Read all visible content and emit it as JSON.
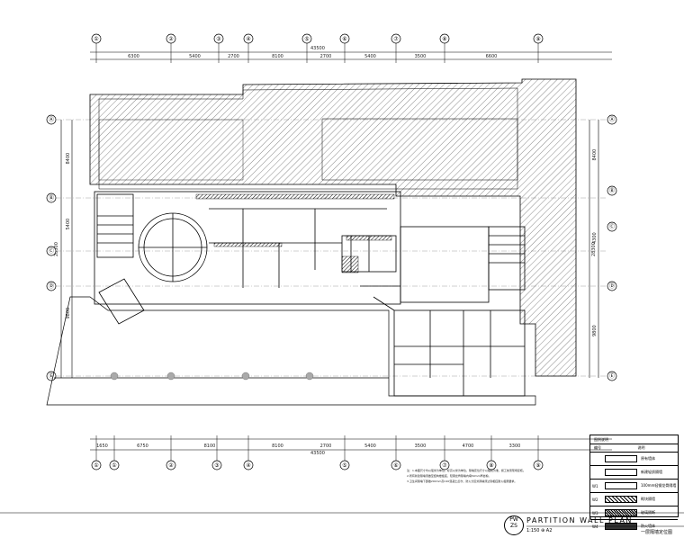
{
  "drawing": {
    "title": "PARTITION WALL PLAN",
    "scale": "1:150",
    "sheet_ref": "A2",
    "badge_top": "PW",
    "badge_bottom": "ZS",
    "sheet_name": "一层隔墙定位图"
  },
  "grid": {
    "top_labels": [
      "①",
      "②",
      "③",
      "④",
      "⑤",
      "⑥",
      "⑦",
      "⑧",
      "⑨"
    ],
    "bottom_labels": [
      "①",
      "①",
      "②",
      "③",
      "④",
      "⑤",
      "⑥",
      "⑦",
      "⑧",
      "⑨"
    ],
    "left_labels": [
      "Ⓐ",
      "Ⓑ",
      "Ⓒ",
      "Ⓓ",
      "Ⓔ"
    ],
    "right_labels": [
      "Ⓐ",
      "Ⓑ",
      "Ⓒ",
      "Ⓓ",
      "Ⓔ"
    ],
    "top_total": "43500",
    "bottom_total": "43500",
    "top_dims": [
      "6300",
      "5400",
      "2700",
      "8100",
      "2700",
      "5400",
      "3500",
      "6600"
    ],
    "bottom_dims": [
      "1650",
      "6750",
      "8100",
      "8100",
      "2700",
      "5400",
      "3500",
      "4700",
      "3300"
    ],
    "left_total": "28300",
    "right_total": "28300",
    "left_dims": [
      "8400",
      "5400",
      "9800"
    ],
    "right_dims": [
      "8400",
      "4300",
      "9800"
    ]
  },
  "legend": {
    "title": "图例说明",
    "col_code": "编号",
    "col_desc": "说明",
    "rows": [
      {
        "code": "",
        "desc": "原有墙体"
      },
      {
        "code": "",
        "desc": "新建轻质隔墙"
      },
      {
        "code": "W1",
        "desc": "100mm轻钢龙骨隔墙"
      },
      {
        "code": "W2",
        "desc": "砌块隔墙"
      },
      {
        "code": "W3",
        "desc": "玻璃隔断"
      },
      {
        "code": "W4",
        "desc": "防火墙体"
      }
    ]
  },
  "notes": [
    "注：1.本图尺寸均以毫米为单位，标高以米为单位，隔墙定位尺寸以轴线为准，施工前须现场复核。",
    "2.所有新建隔墙须做至结构楼板底，轻钢龙骨隔墙内填50mm厚岩棉。",
    "3.卫生间隔墙下部做200mm高C20混凝土反坎，防火分区处隔墙须达到相应耐火极限要求。"
  ]
}
